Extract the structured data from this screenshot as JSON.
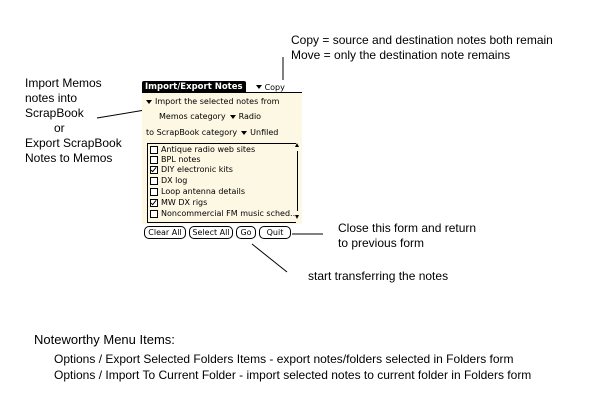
{
  "form": {
    "title": "Import/Export Notes",
    "mode_selector": "Copy",
    "direction_selector": "Import the selected notes from",
    "source_category_label": "Memos category",
    "source_category_value": "Radio",
    "dest_category_label": "to ScrapBook category",
    "dest_category_value": "Unfiled",
    "notes": [
      {
        "label": "Antique radio web sites",
        "checked": false
      },
      {
        "label": "BPL notes",
        "checked": false
      },
      {
        "label": "DIY electronic kits",
        "checked": true
      },
      {
        "label": "DX log",
        "checked": false
      },
      {
        "label": "Loop antenna details",
        "checked": false
      },
      {
        "label": "MW DX rigs",
        "checked": true
      },
      {
        "label": "Noncommercial FM music sched...",
        "checked": false
      }
    ],
    "buttons": {
      "clear_all": "Clear All",
      "select_all": "Select All",
      "go": "Go",
      "quit": "Quit"
    }
  },
  "annotations": {
    "copy_move_line1": "Copy = source and destination notes both remain",
    "copy_move_line2": "Move = only the destination note remains",
    "import_export_lines": [
      "Import Memos",
      "notes into",
      "ScrapBook",
      "or",
      "Export ScrapBook",
      "Notes to Memos"
    ],
    "close_line1": "Close this form and return",
    "close_line2": "to previous form",
    "go_note": "start transferring the notes"
  },
  "noteworthy": {
    "heading": "Noteworthy Menu Items:",
    "items": [
      "Options / Export Selected Folders Items - export notes/folders selected in Folders form",
      "Options / Import To Current Folder - import selected notes to current folder in Folders form"
    ]
  }
}
